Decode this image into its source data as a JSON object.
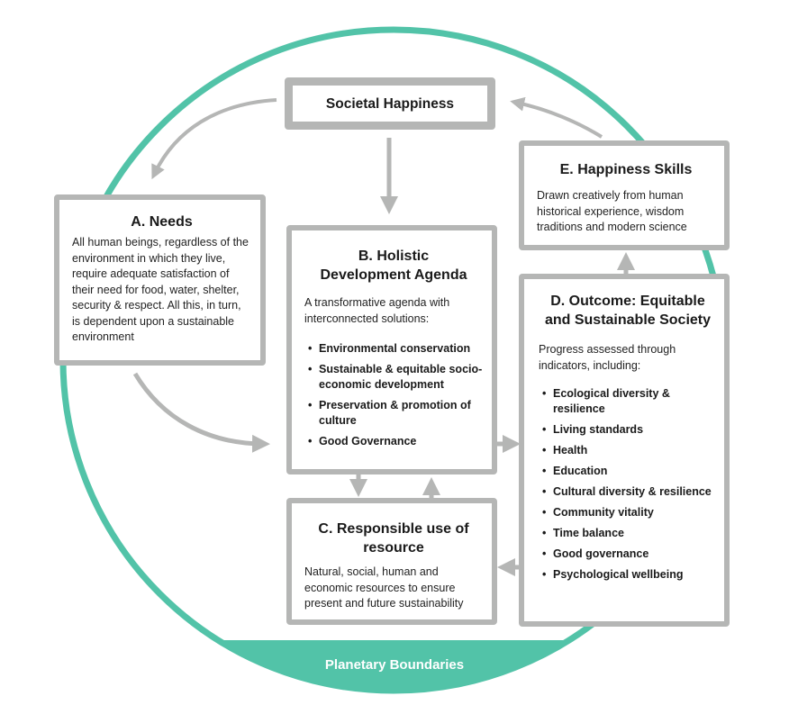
{
  "colors": {
    "ring": "#52c3a8",
    "box_border": "#b5b6b5",
    "arrow": "#b5b6b5",
    "text": "#1a1a1a",
    "footer_text": "#ffffff"
  },
  "societal_happiness": {
    "title": "Societal Happiness"
  },
  "needs": {
    "title": "A. Needs",
    "description": "All human beings, regardless of the environment in which they live, require adequate satisfaction of their need for food, water, shelter, security & respect. All this, in turn, is dependent upon a sustainable environment"
  },
  "holistic": {
    "title": "B. Holistic Development Agenda",
    "description": "A transformative agenda with interconnected solutions:",
    "items": [
      "Environmental conservation",
      "Sustainable & equitable socio-economic development",
      "Preservation & promotion of culture",
      "Good Governance"
    ]
  },
  "resources": {
    "title": "C. Responsible use of resource",
    "description": "Natural, social, human and economic resources to ensure present and future sustainability"
  },
  "outcome": {
    "title": "D. Outcome: Equitable and Sustainable Society",
    "description": "Progress assessed through indicators, including:",
    "items": [
      "Ecological diversity & resilience",
      "Living standards",
      "Health",
      "Education",
      "Cultural diversity & resilience",
      "Community vitality",
      "Time balance",
      "Good governance",
      "Psychological wellbeing"
    ]
  },
  "skills": {
    "title": "E. Happiness Skills",
    "description": "Drawn creatively from human historical experience, wisdom traditions and modern science"
  },
  "footer": {
    "label": "Planetary Boundaries"
  }
}
